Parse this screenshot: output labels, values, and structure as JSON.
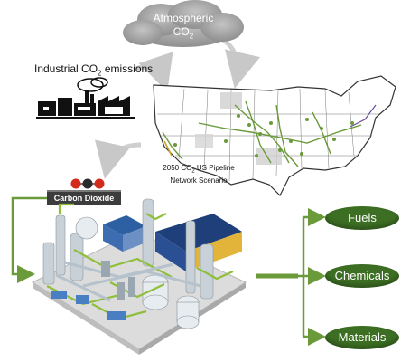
{
  "atmospheric": {
    "line1": "Atmospheric",
    "line2": "CO",
    "sub": "2"
  },
  "emissions": {
    "text": "Industrial CO",
    "sub": "2",
    "suffix": " emissions"
  },
  "map_caption": {
    "pre": "2050 CO",
    "sub": "2",
    "post": " US Pipeline",
    "line2": "Network Scenario"
  },
  "carbon_dioxide": "Carbon Dioxide",
  "outputs": {
    "fuels": "Fuels",
    "chemicals": "Chemicals",
    "materials": "Materials"
  },
  "colors": {
    "arrow_green": "#6a9a3a",
    "oval_green": "#3c6e23",
    "cloud_gray": "#a6a6a6",
    "tag_dark": "#3c3c3c"
  }
}
